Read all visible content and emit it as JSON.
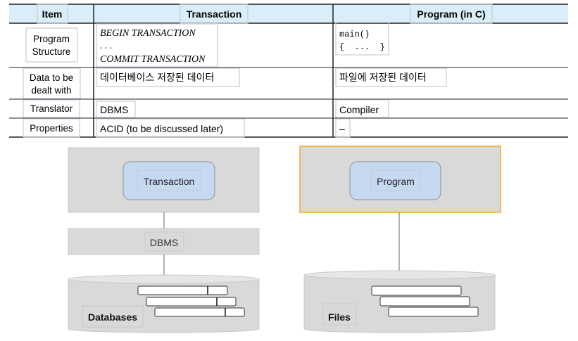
{
  "table": {
    "headers": [
      "Item",
      "Transaction",
      "Program (in C)"
    ],
    "rows": [
      {
        "item": [
          "Program",
          "Structure"
        ],
        "transaction": [
          "BEGIN TRANSACTION",
          ". . .",
          "COMMIT TRANSACTION"
        ],
        "program": [
          "main()",
          "{  ...  }"
        ]
      },
      {
        "item": [
          "Data to be",
          "dealt with"
        ],
        "transaction": [
          "데이터베이스 저장된 데이터"
        ],
        "program": [
          "파일에 저장된 데이터"
        ]
      },
      {
        "item": [
          "Translator"
        ],
        "transaction": [
          "DBMS"
        ],
        "program": [
          "Compiler"
        ]
      },
      {
        "item": [
          "Properties"
        ],
        "transaction": [
          "ACID (to be discussed later)"
        ],
        "program": [
          "–"
        ]
      }
    ]
  },
  "diagram": {
    "left": {
      "app": "Transaction",
      "layer": "DBMS",
      "store": "Databases"
    },
    "right": {
      "app": "Program",
      "store": "Files"
    }
  },
  "colors": {
    "header_bg": "#d9eef9",
    "box_gray": "#d9d9d9",
    "inner_blue": "#c6d9f1",
    "highlight_border": "#f5a623"
  }
}
